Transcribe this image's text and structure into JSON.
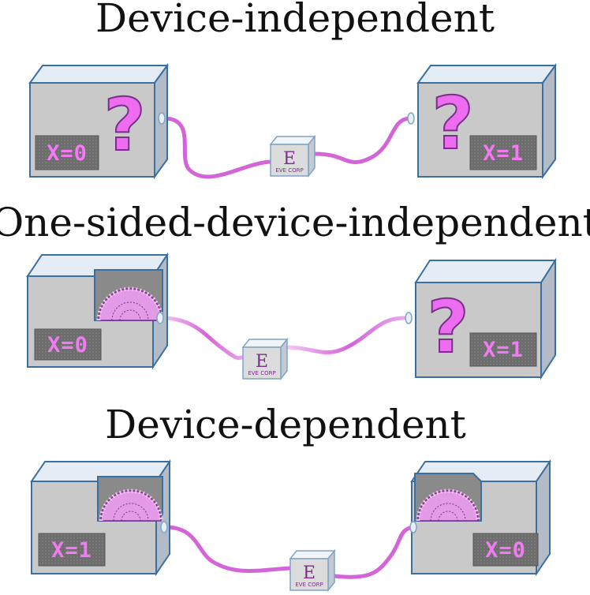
{
  "colors": {
    "box_front": "#c9c9c9",
    "box_top": "#e4edf6",
    "box_side": "#b3bcc6",
    "box_edge": "#3b6fa0",
    "magenta": "#d465d8",
    "display_bg": "#6d6d6d",
    "display_text": "#f27bf4",
    "eve_letter": "#7a2f8a",
    "question_fill": "#ee6cf0",
    "question_stroke": "#7a2f8a"
  },
  "sections": [
    {
      "title": "Device-independent",
      "left": {
        "display": "X=0",
        "content": "question-mark",
        "content_text": "?"
      },
      "right": {
        "display": "X=1",
        "content": "question-mark",
        "content_text": "?"
      },
      "source": {
        "letter": "E",
        "label": "EVE CORP"
      }
    },
    {
      "title": "One-sided-device-independent",
      "left": {
        "display": "X=0",
        "content": "gear"
      },
      "right": {
        "display": "X=1",
        "content": "question-mark",
        "content_text": "?"
      },
      "source": {
        "letter": "E",
        "label": "EVE CORP"
      }
    },
    {
      "title": "Device-dependent",
      "left": {
        "display": "X=1",
        "content": "gear"
      },
      "right": {
        "display": "X=0",
        "content": "gear"
      },
      "source": {
        "letter": "E",
        "label": "EVE CORP"
      }
    }
  ]
}
